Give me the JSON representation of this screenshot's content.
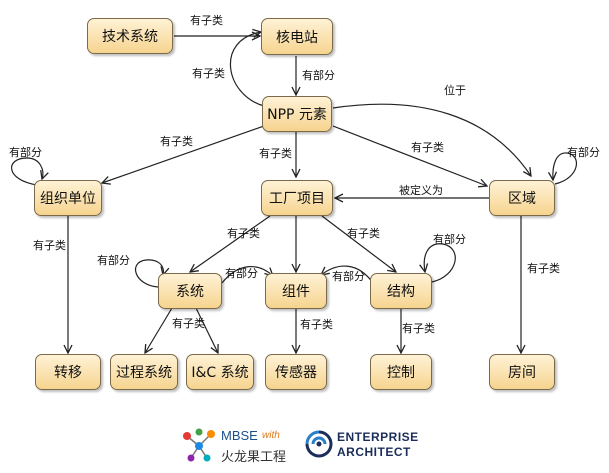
{
  "nodes": {
    "tech_system": "技术系统",
    "nuclear_plant": "核电站",
    "npp_element": "NPP 元素",
    "organization": "组织单位",
    "plant_item": "工厂项目",
    "region": "区域",
    "system": "系统",
    "component": "组件",
    "structure": "结构",
    "transfer": "转移",
    "process_system": "过程系统",
    "ic_system": "I&C 系统",
    "sensor": "传感器",
    "control": "控制",
    "room": "房间"
  },
  "edge_labels": {
    "tech_to_nuclear": "有子类",
    "npp_to_nuclear": "有子类",
    "nuclear_to_npp": "有部分",
    "npp_to_region": "位于",
    "npp_to_org": "有子类",
    "npp_to_plant": "有子类",
    "npp_to_region2": "有子类",
    "org_self": "有部分",
    "region_self": "有部分",
    "region_to_plant": "被定义为",
    "org_to_transfer": "有子类",
    "plant_to_system": "有子类",
    "plant_to_structure": "有子类",
    "system_self": "有部分",
    "system_component": "有部分",
    "structure_component": "有部分",
    "structure_self": "有部分",
    "system_subclasses": "有子类",
    "component_to_sensor": "有子类",
    "structure_to_control": "有子类",
    "region_to_room": "有子类"
  },
  "footer": {
    "mbse_label": "MBSE",
    "mbse_with": "with",
    "mbse_cn": "火龙果工程",
    "ea_line1": "ENTERPRISE",
    "ea_line2": "ARCHITECT"
  }
}
